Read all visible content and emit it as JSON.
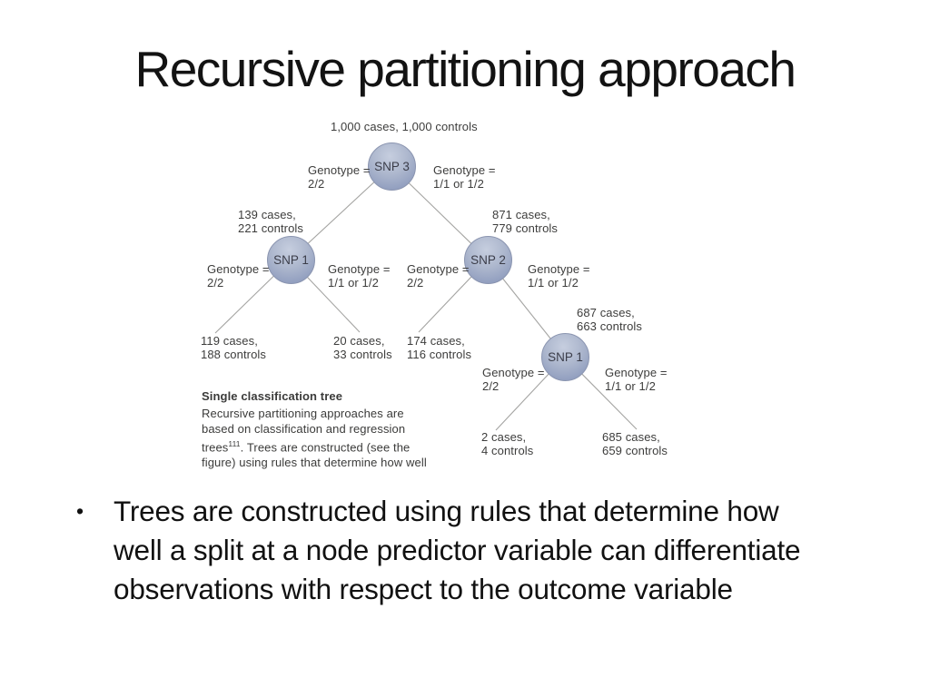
{
  "slide": {
    "title": "Recursive partitioning approach",
    "bullet": {
      "marker": "•",
      "text": "Trees are constructed using rules that determine how well a split at a node predictor variable can differentiate observations with respect to the outcome variable"
    }
  },
  "figure": {
    "root_count": {
      "text": "1,000 cases, 1,000 controls"
    },
    "nodes": {
      "snp3": {
        "label": "SNP 3"
      },
      "snp1a": {
        "label": "SNP 1"
      },
      "snp2": {
        "label": "SNP 2"
      },
      "snp1b": {
        "label": "SNP 1"
      }
    },
    "branches": {
      "snp3_left": {
        "line1": "Genotype =",
        "line2": "2/2"
      },
      "snp3_right": {
        "line1": "Genotype =",
        "line2": "1/1 or 1/2"
      },
      "snp1a_left": {
        "line1": "Genotype =",
        "line2": "2/2"
      },
      "snp1a_right": {
        "line1": "Genotype =",
        "line2": "1/1 or 1/2"
      },
      "snp2_left": {
        "line1": "Genotype =",
        "line2": "2/2"
      },
      "snp2_right": {
        "line1": "Genotype =",
        "line2": "1/1 or 1/2"
      },
      "snp1b_left": {
        "line1": "Genotype =",
        "line2": "2/2"
      },
      "snp1b_right": {
        "line1": "Genotype =",
        "line2": "1/1 or 1/2"
      }
    },
    "counts": {
      "n139": {
        "line1": "139 cases,",
        "line2": "221 controls"
      },
      "n871": {
        "line1": "871 cases,",
        "line2": "779 controls"
      },
      "n119": {
        "line1": "119 cases,",
        "line2": "188 controls"
      },
      "n20": {
        "line1": "20 cases,",
        "line2": "33 controls"
      },
      "n174": {
        "line1": "174 cases,",
        "line2": "116 controls"
      },
      "n687": {
        "line1": "687 cases,",
        "line2": "663 controls"
      },
      "n2": {
        "line1": "2 cases,",
        "line2": "4 controls"
      },
      "n685": {
        "line1": "685 cases,",
        "line2": "659 controls"
      }
    },
    "caption": {
      "heading": "Single classification tree",
      "text_before_sup": "Recursive partitioning approaches are based on classification and regression trees",
      "sup": "111",
      "text_after_sup": ". Trees are constructed (see the figure) using rules that determine how well"
    },
    "colors": {
      "node_gradient_top": "#c6cedf",
      "node_gradient_bottom": "#8390b4",
      "node_border": "#8b95b0",
      "edge_line": "#a4a4a2",
      "figure_text": "#3d3d3c",
      "slide_text": "#111111",
      "background": "#ffffff"
    }
  }
}
